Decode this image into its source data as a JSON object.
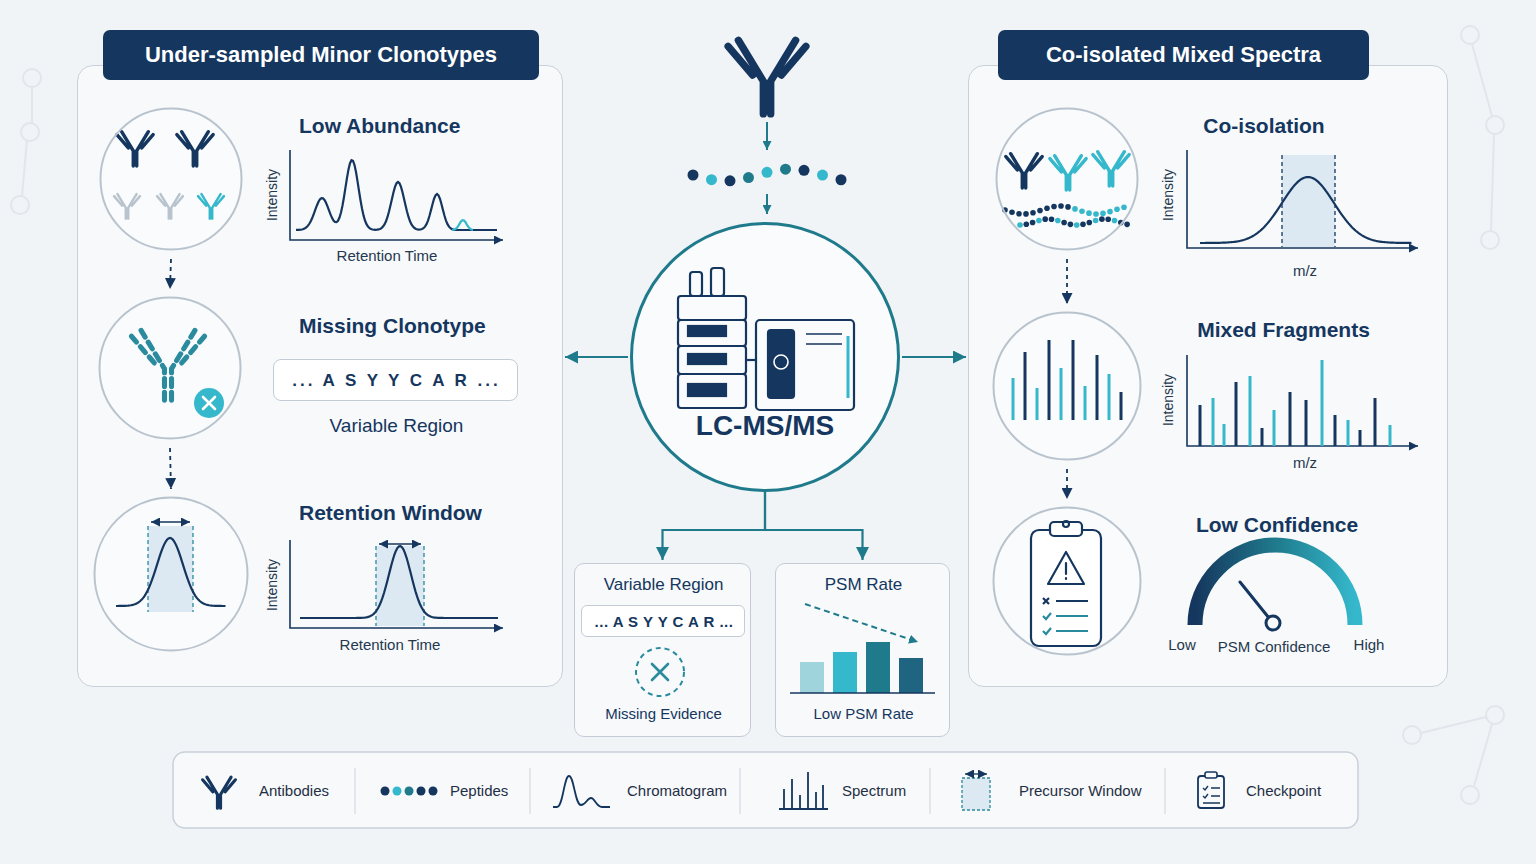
{
  "diagram": {
    "nodes": [
      {
        "text": [
          "Under-sampled Minor Clonotypes"
        ]
      },
      {
        "text": [
          "Low Abundance"
        ],
        "in": 0
      },
      {
        "text": [
          "Missing Clonotype"
        ],
        "in": 0
      },
      {
        "text": [
          "... A S Y Y C A R ...",
          "Variable Region"
        ],
        "in": 0
      },
      {
        "text": [
          "Retention Window"
        ],
        "in": 0
      },
      {
        "text": [
          "LC-MS/MS"
        ]
      },
      {
        "text": [
          "Variable Region",
          "Missing Evidence"
        ]
      },
      {
        "text": [
          "... A S Y Y C A R ..."
        ],
        "in": 6
      },
      {
        "text": [
          "PSM Rate",
          "Low PSM Rate"
        ]
      },
      {
        "text": [
          "Co-isolated Mixed Spectra"
        ]
      },
      {
        "text": [
          "Co-isolation"
        ],
        "in": 9
      },
      {
        "text": [
          "Mixed Fragments"
        ],
        "in": 9
      },
      {
        "text": [
          "Low Confidence"
        ],
        "in": 9
      }
    ],
    "edges": [
      {
        "from": 1,
        "to": 2,
        "arrow": "to"
      },
      {
        "from": 2,
        "to": 4,
        "arrow": "to"
      },
      {
        "from": 5,
        "to": 0,
        "arrow": "to"
      },
      {
        "from": 5,
        "to": 9,
        "arrow": "to"
      },
      {
        "from": 5,
        "to": 6,
        "arrow": "to"
      },
      {
        "from": 5,
        "to": 8,
        "arrow": "to"
      },
      {
        "from": 10,
        "to": 11,
        "arrow": "to"
      },
      {
        "from": 11,
        "to": 12,
        "arrow": "to"
      }
    ],
    "labels": [
      "Intensity",
      "Retention Time",
      "Intensity",
      "Retention Time",
      "Intensity",
      "m/z",
      "Intensity",
      "m/z",
      "Low",
      "PSM Confidence",
      "High"
    ],
    "legend": [
      {
        "text": "Antibodies"
      },
      {
        "text": "Peptides"
      },
      {
        "text": "Chromatogram"
      },
      {
        "text": "Spectrum"
      },
      {
        "text": "Precursor Window"
      },
      {
        "text": "Checkpoint"
      }
    ]
  }
}
